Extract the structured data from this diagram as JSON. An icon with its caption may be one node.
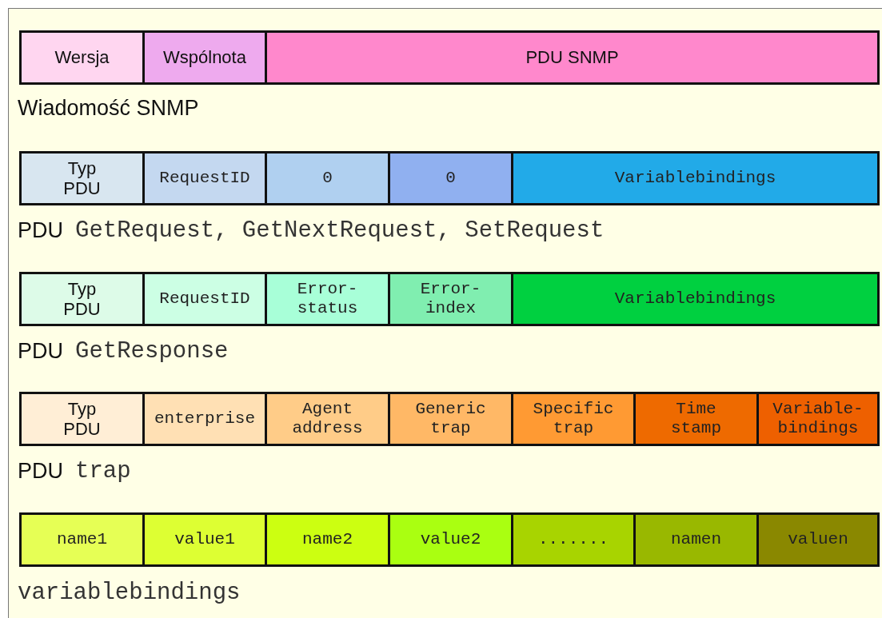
{
  "diagram": {
    "nodes": [
      {
        "text": [
          "Wersja"
        ]
      },
      {
        "text": [
          "Wspólnota"
        ]
      },
      {
        "text": [
          "PDU SNMP"
        ]
      },
      {
        "text": [
          "Typ PDU"
        ]
      },
      {
        "text": [
          "RequestID"
        ]
      },
      {
        "text": [
          "0"
        ]
      },
      {
        "text": [
          "0"
        ]
      },
      {
        "text": [
          "Variablebindings"
        ]
      },
      {
        "text": [
          "Typ PDU"
        ]
      },
      {
        "text": [
          "RequestID"
        ]
      },
      {
        "text": [
          "Error- status"
        ]
      },
      {
        "text": [
          "Error- index"
        ]
      },
      {
        "text": [
          "Variablebindings"
        ]
      },
      {
        "text": [
          "Typ PDU"
        ]
      },
      {
        "text": [
          "enterprise"
        ]
      },
      {
        "text": [
          "Agent address"
        ]
      },
      {
        "text": [
          "Generic trap"
        ]
      },
      {
        "text": [
          "Specific trap"
        ]
      },
      {
        "text": [
          "Time stamp"
        ]
      },
      {
        "text": [
          "Variable- bindings"
        ]
      },
      {
        "text": [
          "name1"
        ]
      },
      {
        "text": [
          "value1"
        ]
      },
      {
        "text": [
          "name2"
        ]
      },
      {
        "text": [
          "value2"
        ]
      },
      {
        "text": [
          "......."
        ]
      },
      {
        "text": [
          "namen"
        ]
      },
      {
        "text": [
          "valuen"
        ]
      }
    ],
    "labels": [
      "Wiadomość SNMP",
      "PDU",
      "GetRequest, GetNextRequest, SetRequest",
      "PDU",
      "GetResponse",
      "PDU",
      "trap",
      "variablebindings"
    ]
  }
}
